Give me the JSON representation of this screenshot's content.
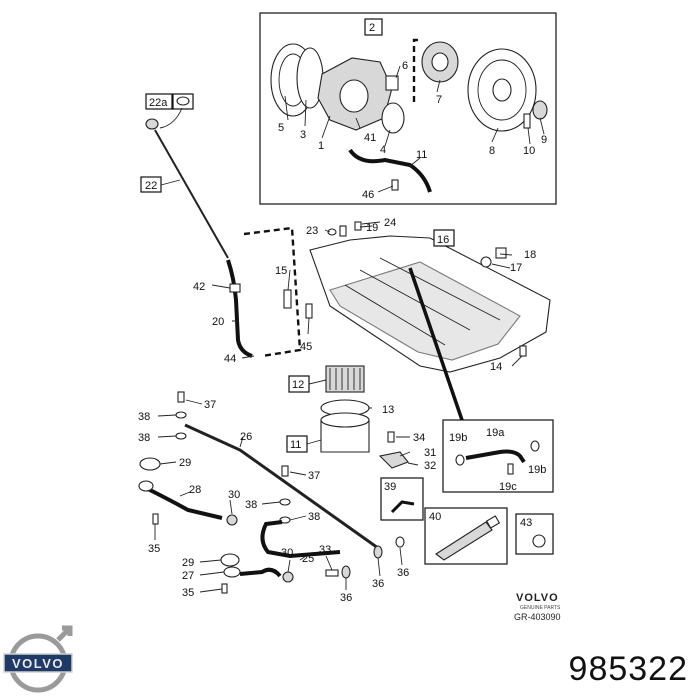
{
  "brand": {
    "logo_text": "VOLVO",
    "small_logo_text": "VOLVO",
    "small_logo_sub": "GENUINE PARTS"
  },
  "diagram_ref": "GR-403090",
  "part_number": "985322",
  "labels": {
    "l2": "2",
    "l5": "5",
    "l3": "3",
    "l1": "1",
    "l41": "41",
    "l6": "6",
    "l7": "7",
    "l4": "4",
    "l8": "8",
    "l9": "9",
    "l10": "10",
    "l11": "11",
    "l46": "46",
    "l22a": "22a",
    "l22": "22",
    "l23": "23",
    "l19": "19",
    "l24": "24",
    "l16": "16",
    "l18": "18",
    "l17": "17",
    "l15": "15",
    "l42": "42",
    "l20": "20",
    "l44": "44",
    "l45": "45",
    "l14": "14",
    "l12": "12",
    "l13": "13",
    "l38a": "38",
    "l37a": "37",
    "l38b": "38",
    "l26": "26",
    "l29a": "29",
    "l28": "28",
    "l11b": "11",
    "l34": "34",
    "l31": "31",
    "l32": "32",
    "l19b": "19b",
    "l19a": "19a",
    "l19bb": "19b",
    "l19c": "19c",
    "l37b": "37",
    "l30a": "30",
    "l38c": "38",
    "l38d": "38",
    "l35a": "35",
    "l39": "39",
    "l40": "40",
    "l43": "43",
    "l29b": "29",
    "l27": "27",
    "l35b": "35",
    "l30b": "30",
    "l25": "25",
    "l33": "33",
    "l36a": "36",
    "l36b": "36",
    "l36c": "36"
  }
}
